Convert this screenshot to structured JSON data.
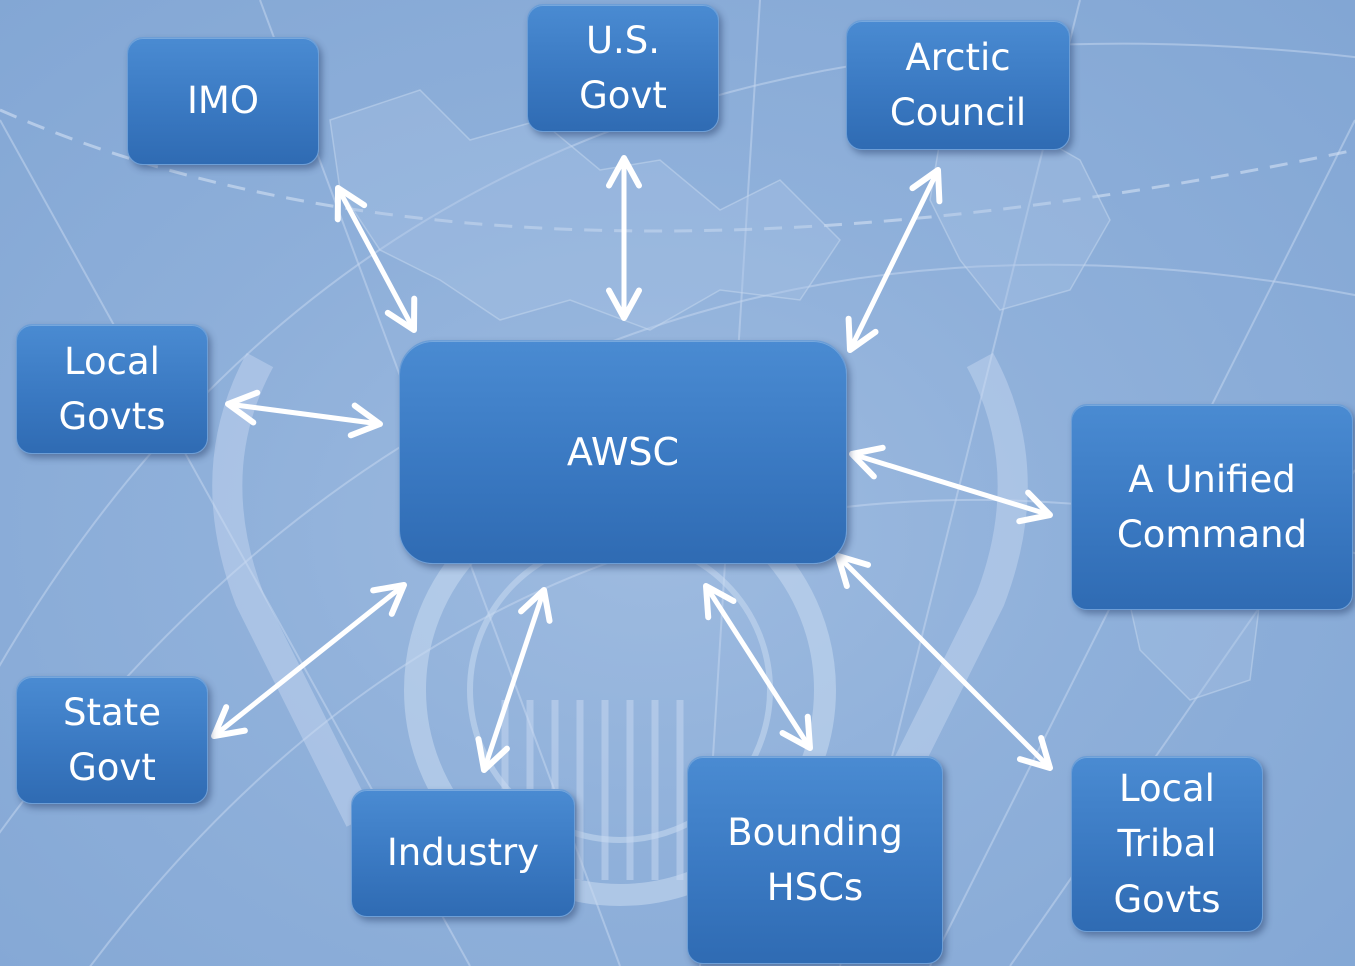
{
  "diagram": {
    "center": {
      "label": "AWSC"
    },
    "nodes": [
      {
        "id": "imo",
        "label": "IMO"
      },
      {
        "id": "us_govt",
        "label": "U.S.\nGovt"
      },
      {
        "id": "arctic_council",
        "label": "Arctic\nCouncil"
      },
      {
        "id": "local_govts",
        "label": "Local\nGovts"
      },
      {
        "id": "unified_command",
        "label": "A Unified\nCommand"
      },
      {
        "id": "state_govt",
        "label": "State\nGovt"
      },
      {
        "id": "industry",
        "label": "Industry"
      },
      {
        "id": "bounding_hscs",
        "label": "Bounding\nHSCs"
      },
      {
        "id": "local_tribal_govts",
        "label": "Local\nTribal\nGovts"
      }
    ],
    "connections": [
      {
        "from": "AWSC",
        "to": "IMO",
        "bidirectional": true
      },
      {
        "from": "AWSC",
        "to": "U.S. Govt",
        "bidirectional": true
      },
      {
        "from": "AWSC",
        "to": "Arctic Council",
        "bidirectional": true
      },
      {
        "from": "AWSC",
        "to": "Local Govts",
        "bidirectional": true
      },
      {
        "from": "AWSC",
        "to": "A Unified Command",
        "bidirectional": true
      },
      {
        "from": "AWSC",
        "to": "State Govt",
        "bidirectional": true
      },
      {
        "from": "AWSC",
        "to": "Industry",
        "bidirectional": true
      },
      {
        "from": "AWSC",
        "to": "Bounding HSCs",
        "bidirectional": true
      },
      {
        "from": "AWSC",
        "to": "Local Tribal Govts",
        "bidirectional": true
      }
    ]
  },
  "colors": {
    "background": "#8fb0da",
    "box_fill": "#3a79c2",
    "box_text": "#ffffff",
    "arrow": "#ffffff"
  }
}
